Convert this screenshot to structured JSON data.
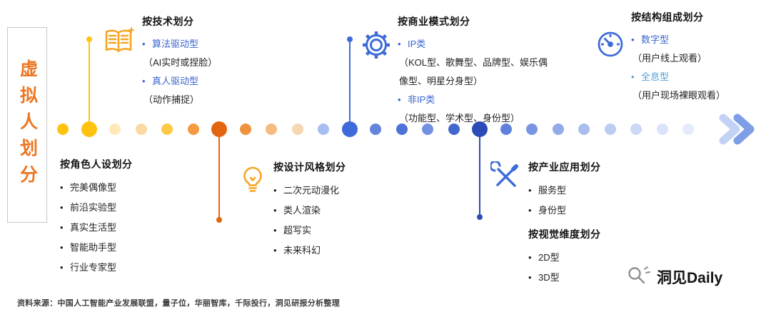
{
  "app": {
    "vertical_title": "虚拟人划分",
    "source_note": "资料来源：中国人工智能产业发展联盟，量子位，华丽智库，千际投行，洞见研报分析整理",
    "brand": "洞见Daily"
  },
  "ui": {
    "bullet": "•"
  },
  "colors": {
    "orange_accent": "#ED7622",
    "blue_text": "#3A66CC",
    "light_blue_text": "#56A0D3",
    "line_yellow": "#FFC20E",
    "line_orange": "#E4650F",
    "line_blue": "#3E6BD9",
    "line_navy": "#2B4CB8"
  },
  "timeline": {
    "arrow_colors": [
      "#C3D2F4",
      "#7E9EE7"
    ],
    "dots": [
      {
        "color": "#FFC20E",
        "big": false
      },
      {
        "color": "#FFC20E",
        "big": true
      },
      {
        "color": "#FFE9B8",
        "big": false
      },
      {
        "color": "#FBD9A0",
        "big": false
      },
      {
        "color": "#FFC845",
        "big": false
      },
      {
        "color": "#F49B42",
        "big": false
      },
      {
        "color": "#E4650F",
        "big": true
      },
      {
        "color": "#F0923C",
        "big": false
      },
      {
        "color": "#F6BB80",
        "big": false
      },
      {
        "color": "#F7D7B2",
        "big": false
      },
      {
        "color": "#A8BEF0",
        "big": false
      },
      {
        "color": "#3E6BD9",
        "big": true
      },
      {
        "color": "#6585DD",
        "big": false
      },
      {
        "color": "#4D72D8",
        "big": false
      },
      {
        "color": "#7291E2",
        "big": false
      },
      {
        "color": "#4366CF",
        "big": false
      },
      {
        "color": "#2B4CB8",
        "big": true
      },
      {
        "color": "#5F80DC",
        "big": false
      },
      {
        "color": "#7995E3",
        "big": false
      },
      {
        "color": "#93ABE9",
        "big": false
      },
      {
        "color": "#A9BDEE",
        "big": false
      },
      {
        "color": "#BCCDF3",
        "big": false
      },
      {
        "color": "#CBD8F6",
        "big": false
      },
      {
        "color": "#D9E3F9",
        "big": false
      },
      {
        "color": "#E4EBFB",
        "big": false
      }
    ]
  },
  "groups": {
    "technology": {
      "heading": "按技术划分",
      "icon": "book-icon",
      "items": [
        "算法驱动型",
        "（AI实时或捏脸）",
        "真人驱动型",
        "（动作捕捉）"
      ]
    },
    "business": {
      "heading": "按商业模式划分",
      "icon": "gear-icon",
      "items": [
        "IP类",
        "（KOL型、歌舞型、品牌型、娱乐偶像型、明星分身型）",
        "非IP类",
        "（功能型、学术型、身份型）"
      ]
    },
    "structure": {
      "heading": "按结构组成划分",
      "icon": "gauge-icon",
      "items": [
        "数字型",
        "（用户线上观看）",
        "全息型",
        "（用户现场裸眼观看）"
      ]
    },
    "persona": {
      "heading": "按角色人设划分",
      "items": [
        "完美偶像型",
        "前沿实验型",
        "真实生活型",
        "智能助手型",
        "行业专家型"
      ]
    },
    "design": {
      "heading": "按设计风格划分",
      "icon": "bulb-icon",
      "items": [
        "二次元动漫化",
        "类人渲染",
        "超写实",
        "未来科幻"
      ]
    },
    "industry": {
      "heading": "按产业应用划分",
      "icon": "tools-icon",
      "items": [
        "服务型",
        "身份型"
      ]
    },
    "visual": {
      "heading": "按视觉维度划分",
      "items": [
        "2D型",
        "3D型"
      ]
    }
  }
}
